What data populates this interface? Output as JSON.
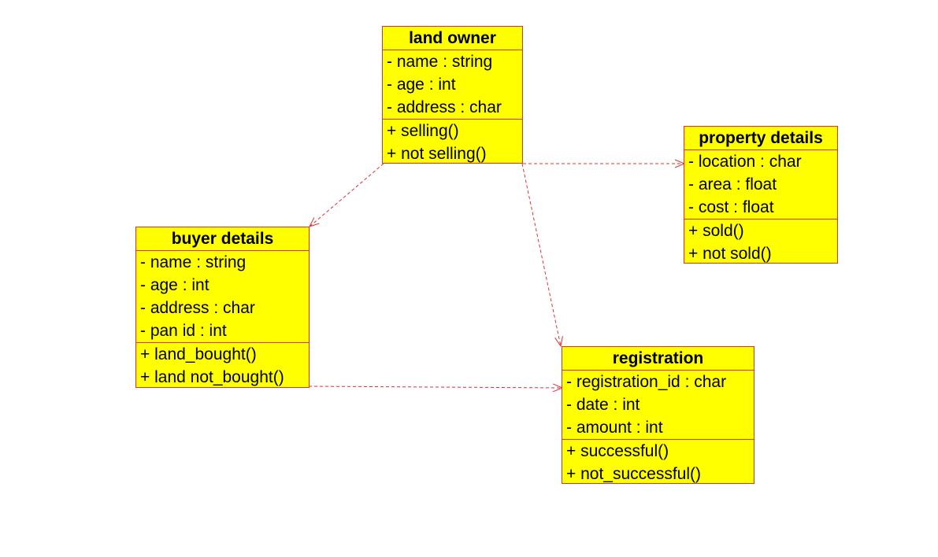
{
  "classes": {
    "land_owner": {
      "name": "land owner",
      "attributes": [
        "- name : string",
        "- age : int",
        "- address : char"
      ],
      "methods": [
        "+ selling()",
        "+ not selling()"
      ]
    },
    "property_details": {
      "name": "property details",
      "attributes": [
        "- location : char",
        "- area : float",
        "- cost : float"
      ],
      "methods": [
        "+ sold()",
        "+ not sold()"
      ]
    },
    "buyer_details": {
      "name": "buyer details",
      "attributes": [
        "- name : string",
        "- age : int",
        "- address : char",
        "- pan id : int"
      ],
      "methods": [
        "+ land_bought()",
        "+ land not_bought()"
      ]
    },
    "registration": {
      "name": "registration",
      "attributes": [
        "- registration_id : char",
        "- date : int",
        "- amount : int"
      ],
      "methods": [
        "+ successful()",
        "+ not_successful()"
      ]
    }
  },
  "relations": [
    {
      "from": "land_owner",
      "to": "property_details",
      "style": "dashed-arrow"
    },
    {
      "from": "land_owner",
      "to": "buyer_details",
      "style": "dashed-arrow"
    },
    {
      "from": "land_owner",
      "to": "registration",
      "style": "dashed-arrow"
    },
    {
      "from": "buyer_details",
      "to": "registration",
      "style": "dashed-arrow"
    }
  ],
  "colors": {
    "box_fill": "#ffff00",
    "box_border": "#e03030",
    "link": "#e03030"
  }
}
